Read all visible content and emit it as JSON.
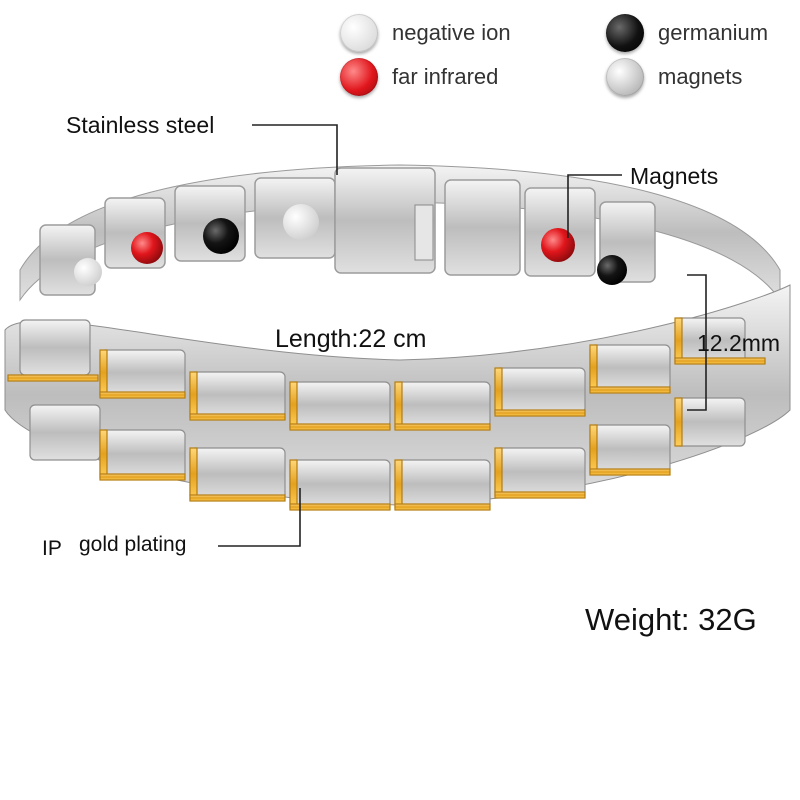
{
  "legend": {
    "items": [
      {
        "label": "negative ion",
        "color": "#f2f2f2",
        "icon": "white-ball-icon"
      },
      {
        "label": "germanium",
        "color": "#111111",
        "icon": "black-ball-icon"
      },
      {
        "label": "far infrared",
        "color": "#e0161c",
        "icon": "red-ball-icon"
      },
      {
        "label": "magnets",
        "color": "#c9c9c9",
        "icon": "silver-ball-icon"
      }
    ]
  },
  "callouts": {
    "stainless_steel": "Stainless steel",
    "magnets": "Magnets",
    "length": "Length:22 cm",
    "width": "12.2mm",
    "ip": "IP",
    "gold_plating": "gold plating",
    "weight": "Weight: 32G"
  },
  "colors": {
    "steel": "#c8c8c8",
    "gold": "#f0b32a"
  }
}
